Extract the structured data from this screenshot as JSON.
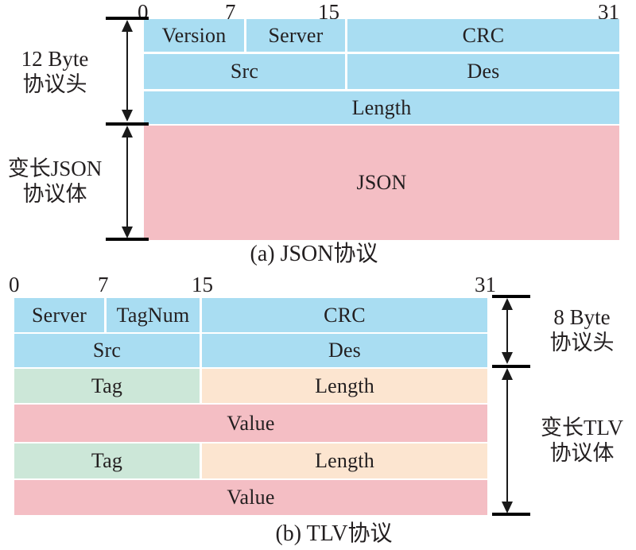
{
  "figure": {
    "title_a": "(a) JSON协议",
    "title_b": "(b) TLV协议"
  },
  "colors": {
    "blue": "#a9ddf2",
    "pink": "#f4bec4",
    "green": "#cce7d8",
    "peach": "#fce5d0",
    "text": "#231f20",
    "rule": "#000000"
  },
  "diagram_a": {
    "name": "JSON协议",
    "bit_ruler": {
      "ticks": [
        "0",
        "7",
        "15",
        "31"
      ],
      "tick_bits": [
        0,
        7,
        15,
        31
      ]
    },
    "header_label": {
      "line1": "12 Byte",
      "line2": "协议头"
    },
    "body_label": {
      "line1": "变长JSON",
      "line2": "协议体"
    },
    "rows": [
      {
        "row": 1,
        "fields": [
          {
            "label": "Version",
            "bits": "0-7",
            "color": "blue"
          },
          {
            "label": "Server",
            "bits": "8-15",
            "color": "blue"
          },
          {
            "label": "CRC",
            "bits": "16-31",
            "color": "blue"
          }
        ]
      },
      {
        "row": 2,
        "fields": [
          {
            "label": "Src",
            "bits": "0-15",
            "color": "blue"
          },
          {
            "label": "Des",
            "bits": "16-31",
            "color": "blue"
          }
        ]
      },
      {
        "row": 3,
        "fields": [
          {
            "label": "Length",
            "bits": "0-31",
            "color": "blue"
          }
        ]
      },
      {
        "row": 4,
        "fields": [
          {
            "label": "JSON",
            "bits": "0-31",
            "color": "pink"
          }
        ]
      }
    ]
  },
  "diagram_b": {
    "name": "TLV协议",
    "bit_ruler": {
      "ticks": [
        "0",
        "7",
        "15",
        "31"
      ],
      "tick_bits": [
        0,
        7,
        15,
        31
      ]
    },
    "header_label": {
      "line1": "8 Byte",
      "line2": "协议头"
    },
    "body_label": {
      "line1": "变长TLV",
      "line2": "协议体"
    },
    "rows": [
      {
        "row": 1,
        "fields": [
          {
            "label": "Server",
            "bits": "0-7",
            "color": "blue"
          },
          {
            "label": "TagNum",
            "bits": "8-15",
            "color": "blue"
          },
          {
            "label": "CRC",
            "bits": "16-31",
            "color": "blue"
          }
        ]
      },
      {
        "row": 2,
        "fields": [
          {
            "label": "Src",
            "bits": "0-15",
            "color": "blue"
          },
          {
            "label": "Des",
            "bits": "16-31",
            "color": "blue"
          }
        ]
      },
      {
        "row": 3,
        "fields": [
          {
            "label": "Tag",
            "bits": "0-15",
            "color": "green"
          },
          {
            "label": "Length",
            "bits": "16-31",
            "color": "peach"
          }
        ]
      },
      {
        "row": 4,
        "fields": [
          {
            "label": "Value",
            "bits": "0-31",
            "color": "pink"
          }
        ]
      },
      {
        "row": 5,
        "fields": [
          {
            "label": "Tag",
            "bits": "0-15",
            "color": "green"
          },
          {
            "label": "Length",
            "bits": "16-31",
            "color": "peach"
          }
        ]
      },
      {
        "row": 6,
        "fields": [
          {
            "label": "Value",
            "bits": "0-31",
            "color": "pink"
          }
        ]
      }
    ]
  }
}
